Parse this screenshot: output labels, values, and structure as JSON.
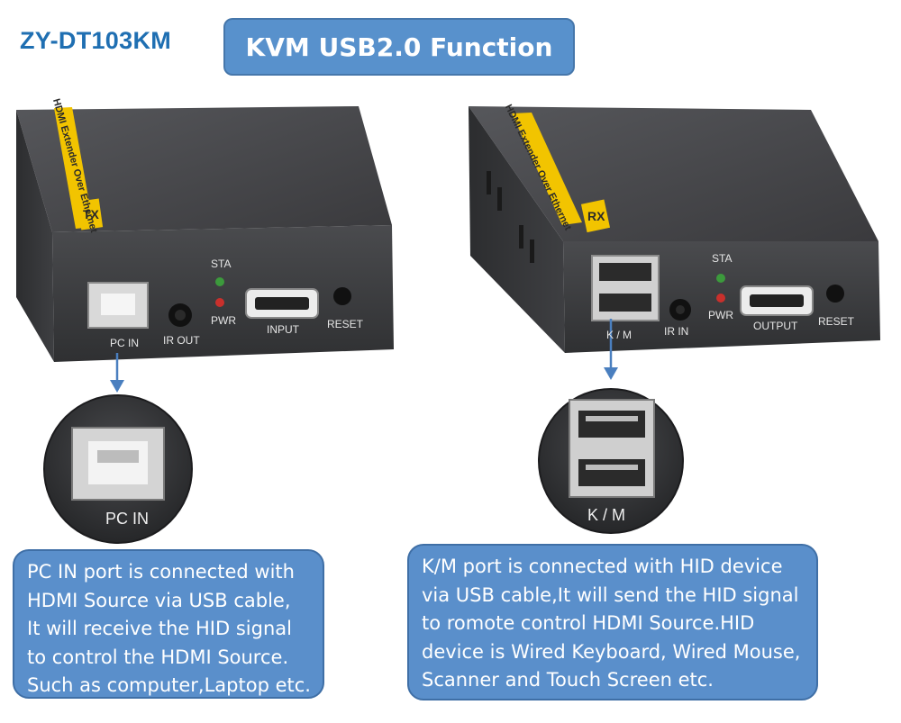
{
  "model": "ZY-DT103KM",
  "banner": "KVM USB2.0 Function",
  "tx": {
    "brand": "HDMI Extender Over Ethernet",
    "unit": "TX",
    "labels": {
      "sta": "STA",
      "pwr": "PWR",
      "pc_in": "PC IN",
      "ir_out": "IR OUT",
      "input": "INPUT",
      "reset": "RESET"
    },
    "zoom_label": "PC IN"
  },
  "rx": {
    "brand": "HDMI Extender Over Ethernet",
    "unit": "RX",
    "labels": {
      "sta": "STA",
      "pwr": "PWR",
      "km": "K / M",
      "ir_in": "IR IN",
      "output": "OUTPUT",
      "reset": "RESET"
    },
    "zoom_label": "K / M"
  },
  "left_text": [
    "PC IN port is connected with",
    "HDMI Source via USB cable,",
    "It will receive the HID signal",
    "to control the HDMI Source.",
    "Such as computer,Laptop etc."
  ],
  "right_text": [
    "K/M port is connected with HID device",
    "via USB cable,It will send the HID signal",
    "to romote control HDMI Source.HID",
    "device is Wired Keyboard, Wired Mouse,",
    "Scanner and Touch Screen etc."
  ],
  "colors": {
    "accent": "#1f6fb2",
    "banner": "#5891cc",
    "box": "#5a8fcb",
    "device": "#3b3b3d",
    "label": "#f2c400",
    "led_green": "#3c9a3c",
    "led_red": "#c9302c"
  }
}
